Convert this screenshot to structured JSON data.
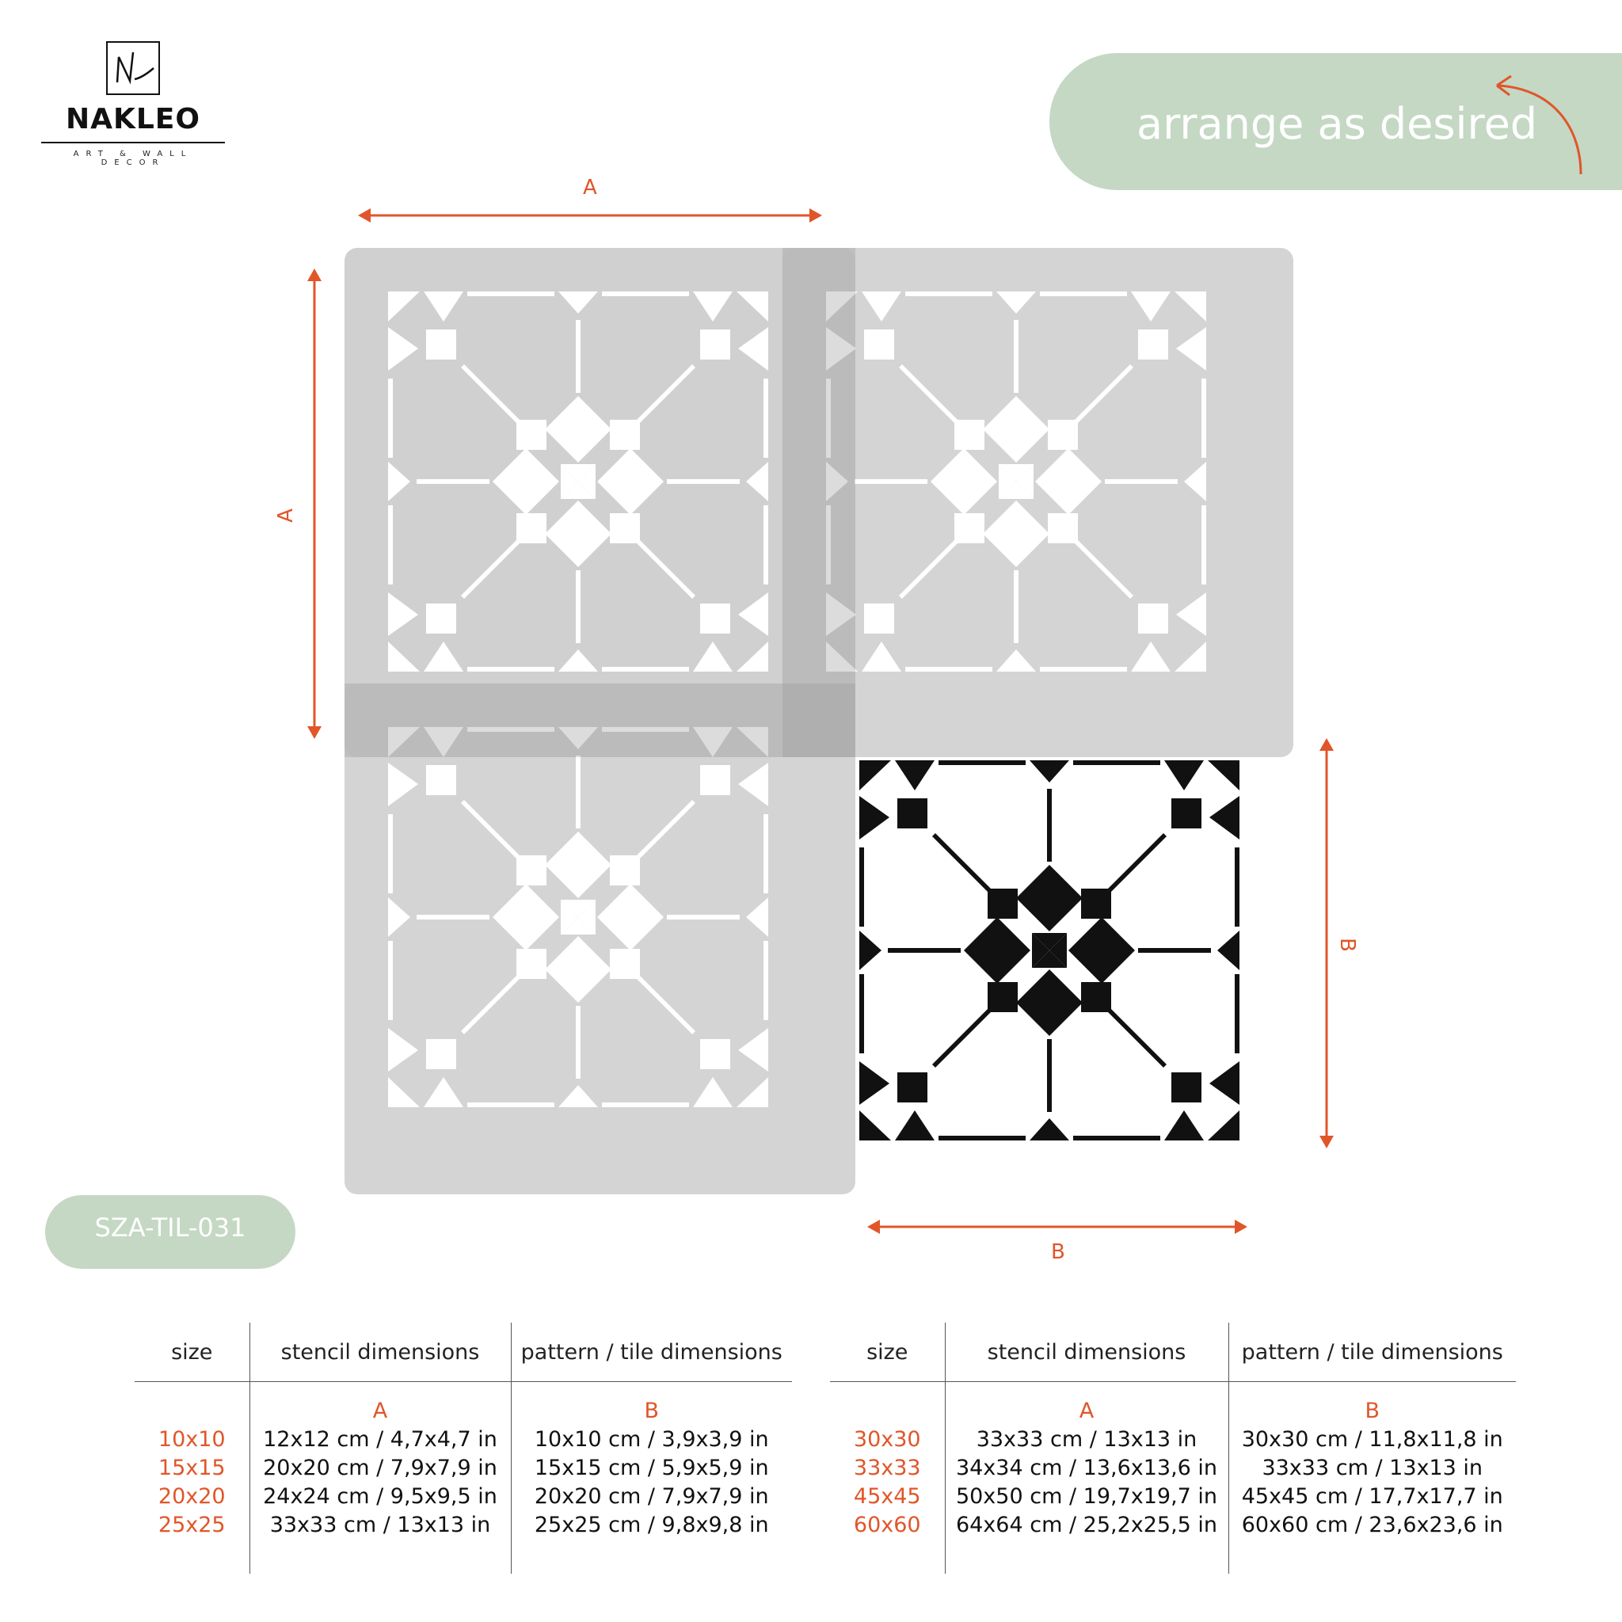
{
  "logo": {
    "brand": "NAKLEO",
    "tagline": "ART & WALL DECOR"
  },
  "banner": {
    "text": "arrange as desired"
  },
  "product_code": "SZA-TIL-031",
  "dimension_labels": {
    "stencil": "A",
    "tile": "B"
  },
  "colors": {
    "accent": "#e0562a",
    "pill": "#c4d8c4",
    "stencil_grey": "#cccccc"
  },
  "table_left": {
    "headers": [
      "size",
      "stencil dimensions",
      "pattern / tile dimensions"
    ],
    "letters": [
      "A",
      "B"
    ],
    "rows": [
      {
        "size": "10x10",
        "stencil": "12x12 cm / 4,7x4,7 in",
        "tile": "10x10 cm / 3,9x3,9 in"
      },
      {
        "size": "15x15",
        "stencil": "20x20 cm / 7,9x7,9 in",
        "tile": "15x15 cm / 5,9x5,9 in"
      },
      {
        "size": "20x20",
        "stencil": "24x24 cm / 9,5x9,5 in",
        "tile": "20x20 cm / 7,9x7,9 in"
      },
      {
        "size": "25x25",
        "stencil": "33x33 cm / 13x13 in",
        "tile": "25x25 cm / 9,8x9,8 in"
      }
    ]
  },
  "table_right": {
    "headers": [
      "size",
      "stencil dimensions",
      "pattern / tile dimensions"
    ],
    "letters": [
      "A",
      "B"
    ],
    "rows": [
      {
        "size": "30x30",
        "stencil": "33x33 cm / 13x13 in",
        "tile": "30x30 cm / 11,8x11,8 in"
      },
      {
        "size": "33x33",
        "stencil": "34x34 cm / 13,6x13,6 in",
        "tile": "33x33 cm / 13x13 in"
      },
      {
        "size": "45x45",
        "stencil": "50x50 cm / 19,7x19,7 in",
        "tile": "45x45 cm / 17,7x17,7 in"
      },
      {
        "size": "60x60",
        "stencil": "64x64 cm / 25,2x25,5 in",
        "tile": "60x60 cm / 23,6x23,6 in"
      }
    ]
  }
}
